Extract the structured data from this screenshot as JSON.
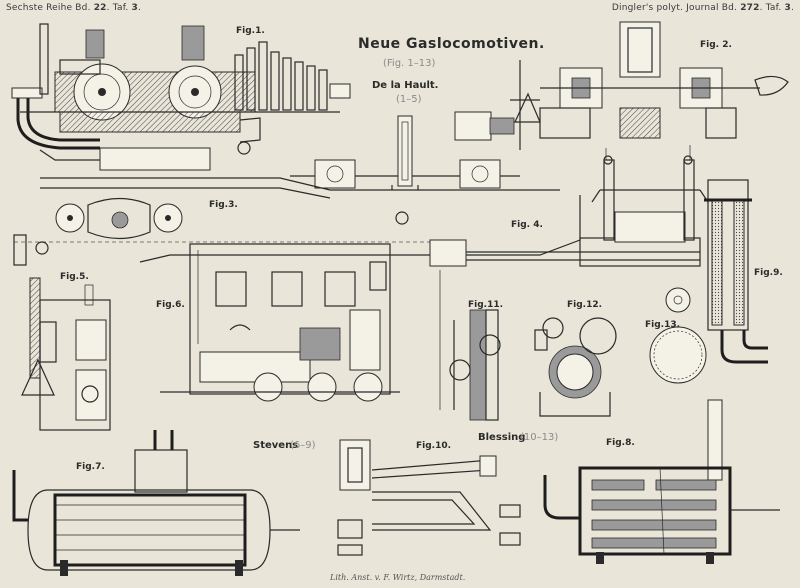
{
  "header": {
    "left_prefix": "Sechste Reihe Bd.",
    "left_volume": "22",
    "left_sep": ". Taf.",
    "left_plate": "3",
    "left_end": ".",
    "right_prefix": "Dingler's polyt. Journal Bd.",
    "right_volume": "272",
    "right_sep": ". Taf.",
    "right_plate": "3",
    "right_end": "."
  },
  "title": "Neue Gaslocomotiven.",
  "title_range": "(Fig. 1–13)",
  "inventors": {
    "dela_hault": "De la Hault.",
    "dela_hault_range": "(1–5)",
    "stevens": "Stevens",
    "stevens_range": "(6–9)",
    "blessing": "Blessing",
    "blessing_range": "(10–13)"
  },
  "figures": [
    "Fig.1.",
    "Fig. 2.",
    "Fig.3.",
    "Fig. 4.",
    "Fig.5.",
    "Fig.6.",
    "Fig.7.",
    "Fig.8.",
    "Fig.9.",
    "Fig.10.",
    "Fig.11.",
    "Fig.12.",
    "Fig.13."
  ],
  "imprint": "Lith. Anst. v. F. Wirtz, Darmstadt."
}
